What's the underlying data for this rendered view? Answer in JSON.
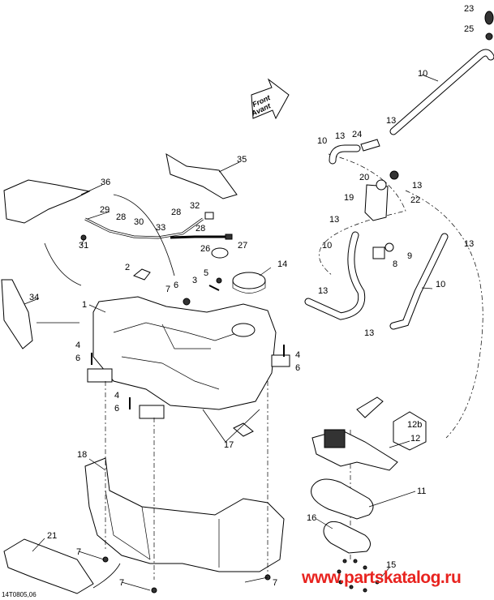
{
  "diagram": {
    "direction_arrow": {
      "line1": "Front",
      "line2": "Avant"
    },
    "callouts": {
      "c1": "1",
      "c2": "2",
      "c3": "3",
      "c4a": "4",
      "c4b": "4",
      "c4c": "4",
      "c5": "5",
      "c6a": "6",
      "c6b": "6",
      "c6c": "6",
      "c6d": "6",
      "c7a": "7",
      "c7b": "7",
      "c7c": "7",
      "c7d": "7",
      "c8": "8",
      "c9": "9",
      "c10a": "10",
      "c10b": "10",
      "c10c": "10",
      "c10d": "10",
      "c11": "11",
      "c12": "12",
      "c12b": "12b",
      "c13a": "13",
      "c13b": "13",
      "c13c": "13",
      "c13d": "13",
      "c13e": "13",
      "c13f": "13",
      "c13g": "13",
      "c14": "14",
      "c15": "15",
      "c16": "16",
      "c17": "17",
      "c18": "18",
      "c19": "19",
      "c20": "20",
      "c21": "21",
      "c22": "22",
      "c23": "23",
      "c24": "24",
      "c25": "25",
      "c26": "26",
      "c27": "27",
      "c28a": "28",
      "c28b": "28",
      "c28c": "28",
      "c29": "29",
      "c30": "30",
      "c31": "31",
      "c32": "32",
      "c33": "33",
      "c34": "34",
      "c35": "35",
      "c36": "36"
    },
    "drawing_code": "14T0805,06",
    "watermark": "www.partskatalog.ru"
  }
}
